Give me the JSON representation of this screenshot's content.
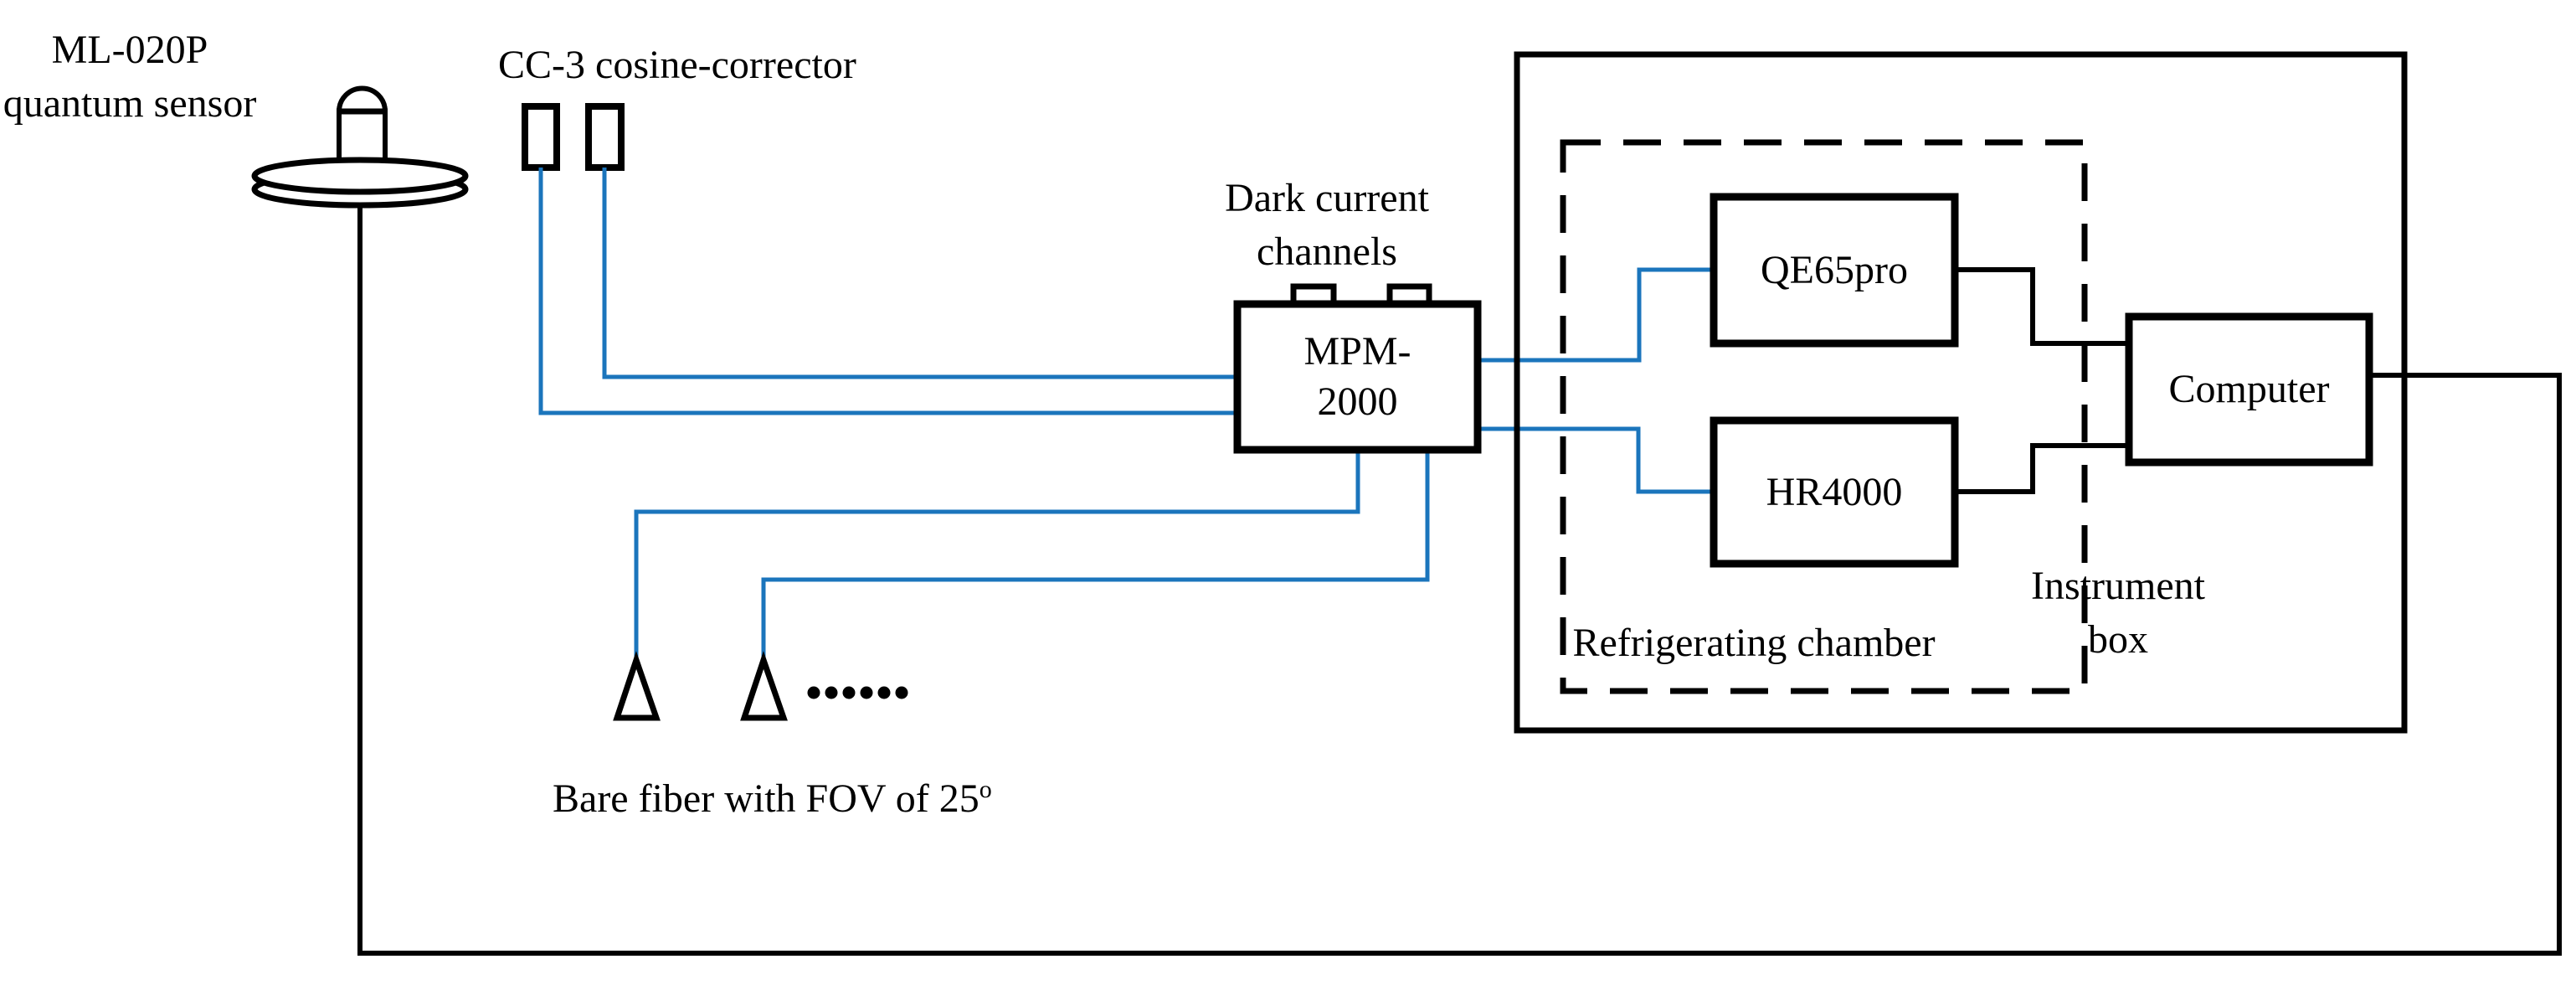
{
  "diagram": {
    "title": "Instrument setup diagram",
    "labels": {
      "quantum_sensor_line1": "ML-020P",
      "quantum_sensor_line2": "quantum sensor",
      "cosine_corrector": "CC-3 cosine-corrector",
      "dark_current_line1": "Dark current",
      "dark_current_line2": "channels",
      "mpm_line1": "MPM-",
      "mpm_line2": "2000",
      "qe65pro": "QE65pro",
      "hr4000": "HR4000",
      "computer": "Computer",
      "refrigerating_chamber": "Refrigerating chamber",
      "instrument_line1": "Instrument",
      "instrument_line2": "box",
      "bare_fiber": "Bare fiber with FOV of 25",
      "bare_fiber_degree": "o"
    },
    "colors": {
      "fiber_line_blue": "#1b75bc",
      "wire_black": "#000000",
      "background": "#ffffff"
    }
  }
}
